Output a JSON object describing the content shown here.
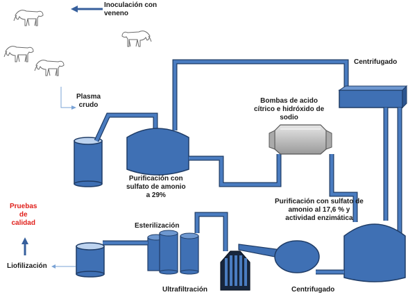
{
  "labels": {
    "inoculation": "Inoculación con\nveneno",
    "plasma": "Plasma\ncrudo",
    "purification1": "Purificación  con\nsulfato de amonio\na 29%",
    "pumps": "Bombas de acido\ncítrico e hidróxido  de\nsodio",
    "centrifuge_top": "Centrifugado",
    "purification2": "Purificación con sulfato de\namonio al 17,6 % y\nactividad enzimática",
    "quality": "Pruebas\nde\ncalidad",
    "sterilization": "Esterilización",
    "lyophilization": "Liofilización",
    "ultrafiltration": "Ultrafiltración",
    "centrifuge_bottom": "Centrifugado"
  },
  "colors": {
    "vessel_fill": "#3f70b4",
    "vessel_stroke": "#1f3c66",
    "pipe_fill": "#4a7cc0",
    "arrow_blue": "#365f9c",
    "quality_text": "#e0201b",
    "pump_gray": "#c8c8c8",
    "filter_dark": "#17263d"
  },
  "icons": [
    "horse-icon",
    "arrow-left-icon",
    "arrow-up-icon",
    "bent-arrow-icon"
  ]
}
